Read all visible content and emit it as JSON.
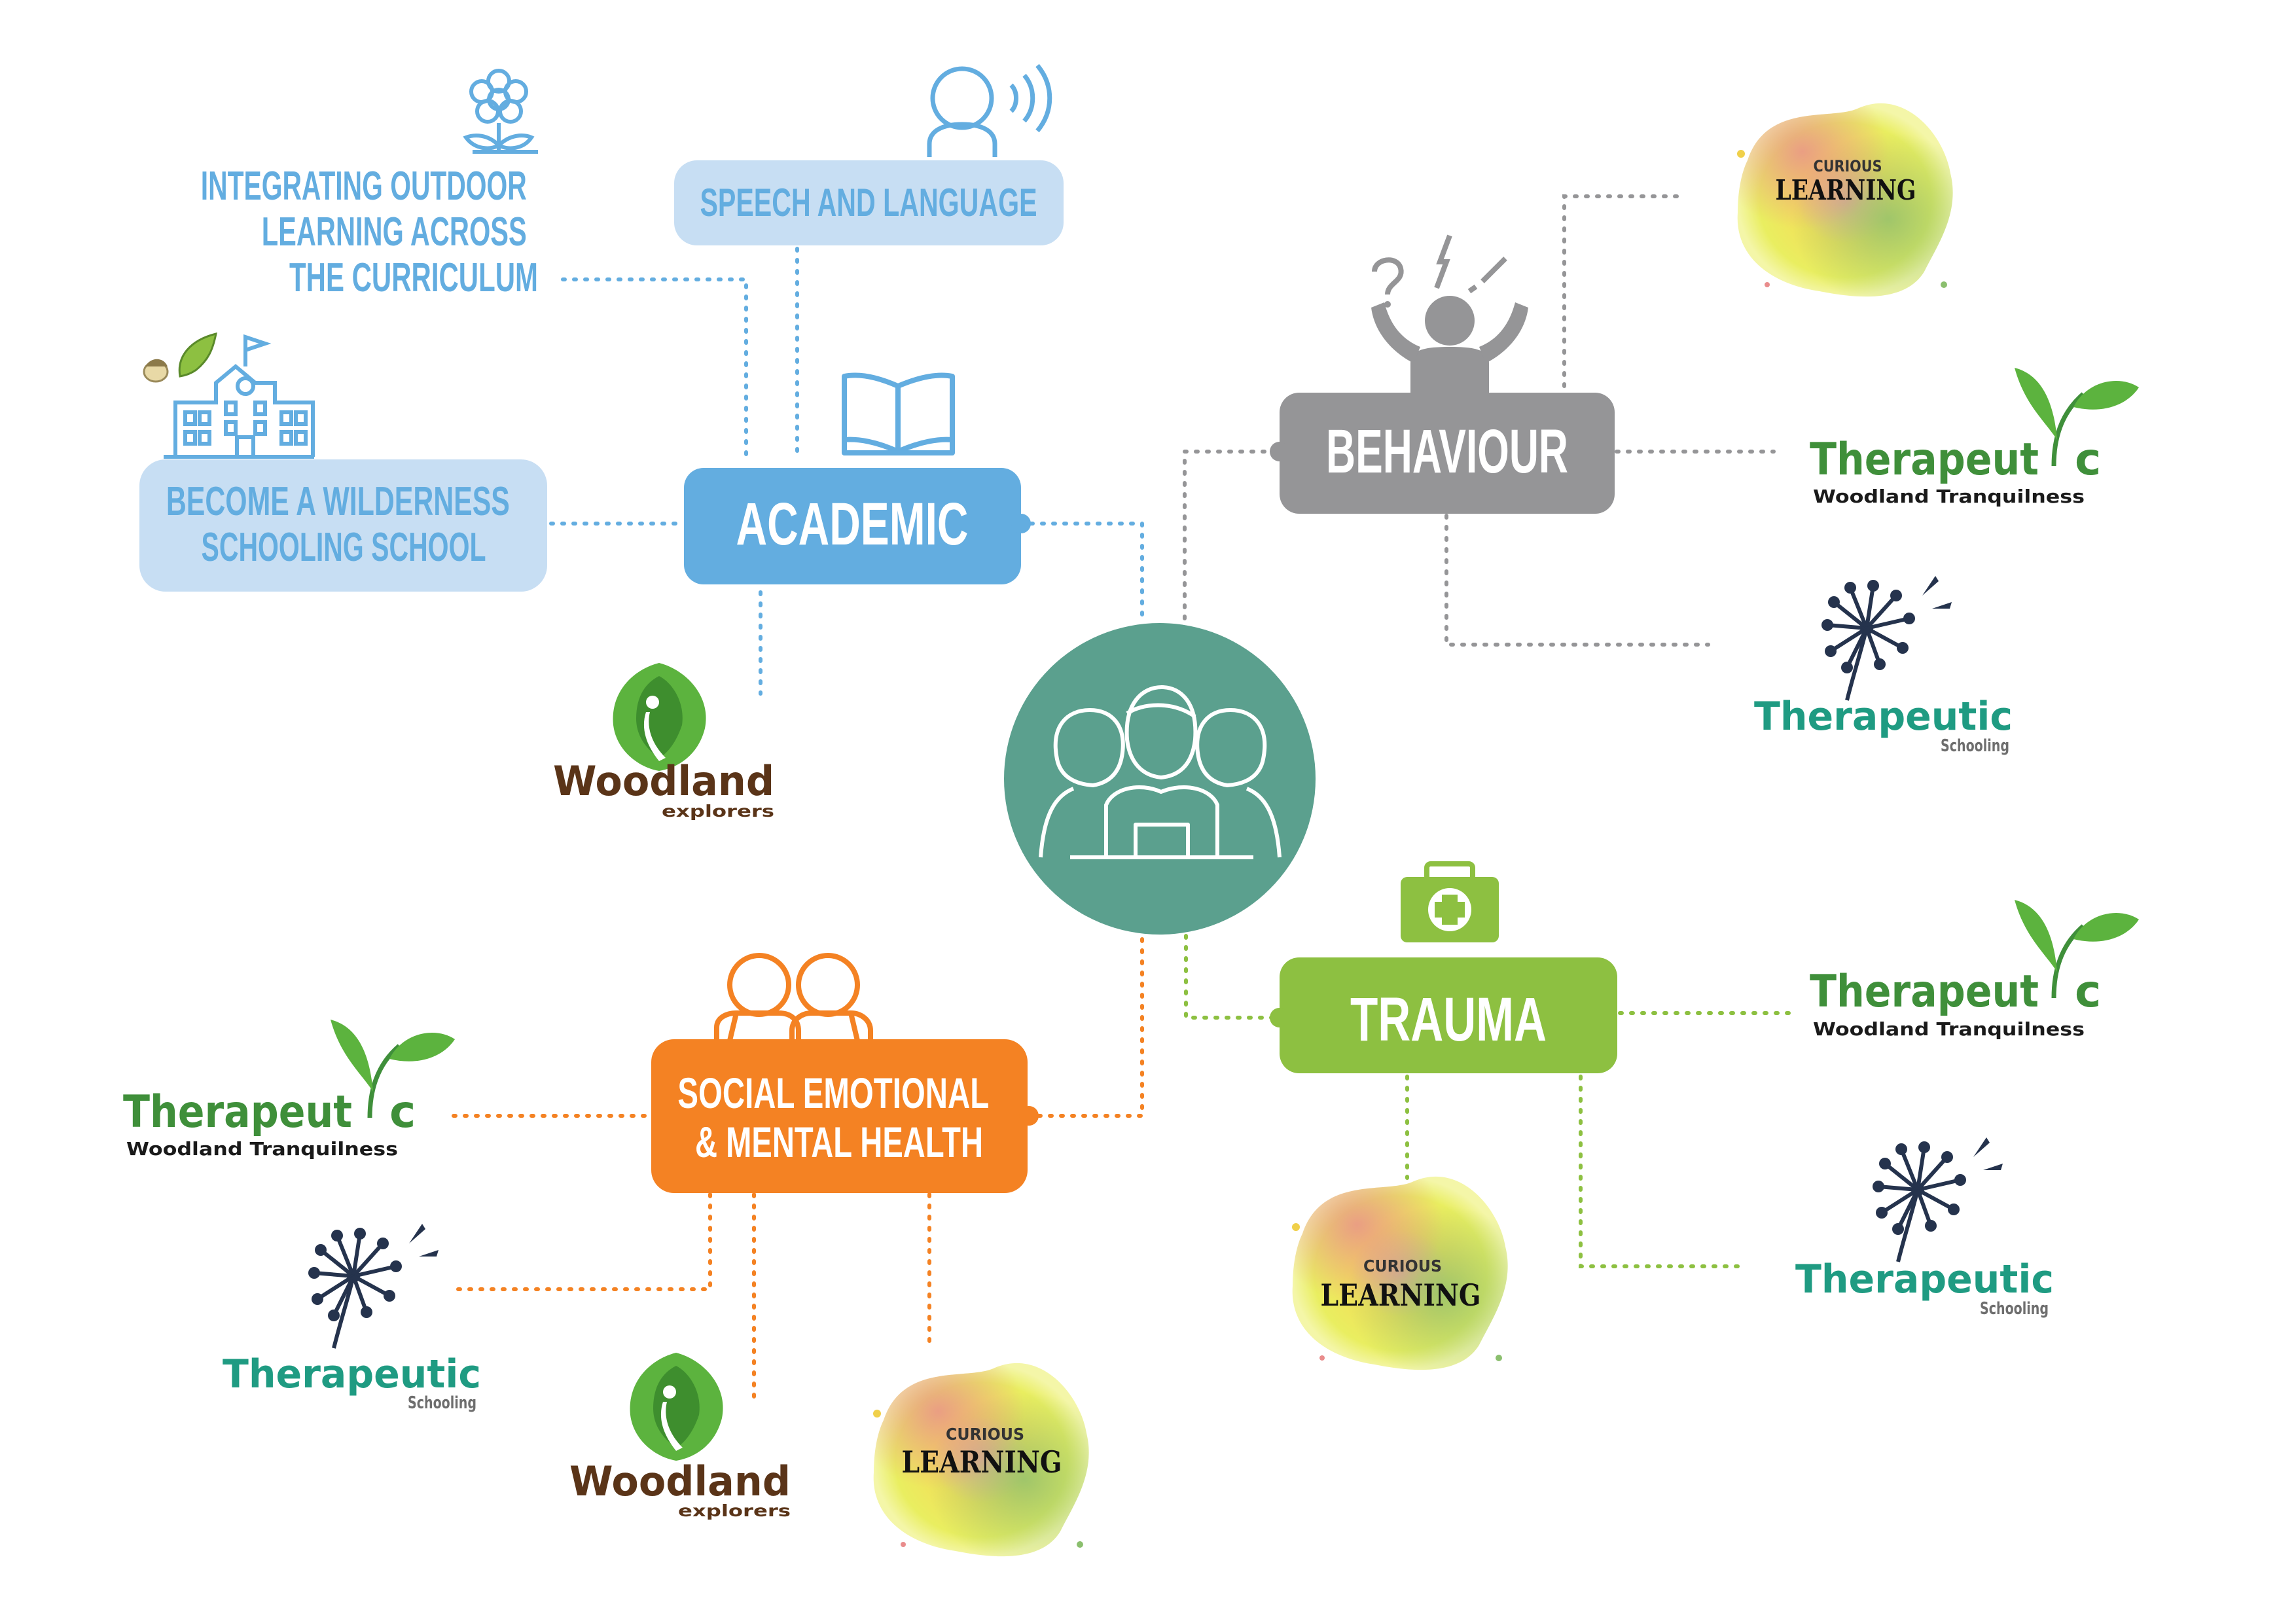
{
  "colors": {
    "academic": "#63ADE0",
    "academic_light": "#C7DEF3",
    "behaviour": "#959597",
    "trauma": "#8DC041",
    "social": "#F48223",
    "hub": "#5BA08E",
    "therapeutic_green": "#3F8F3A",
    "schooling_teal": "#1F9B82",
    "woodland_brown": "#5A3418",
    "dandelion_navy": "#25334D"
  },
  "center": {
    "icon": "group-of-people-icon"
  },
  "academic": {
    "label": "ACADEMIC",
    "icon": "open-book-icon",
    "outdoor": {
      "lines": [
        "INTEGRATING OUTDOOR",
        "LEARNING ACROSS",
        "THE CURRICULUM"
      ],
      "icon": "flower-icon"
    },
    "speech": {
      "label": "SPEECH AND LANGUAGE",
      "icon": "speaking-person-icon"
    },
    "wilderness": {
      "lines": [
        "BECOME A WILDERNESS",
        "SCHOOLING SCHOOL"
      ],
      "icon": "school-building-icon"
    }
  },
  "behaviour": {
    "label": "BEHAVIOUR",
    "icon": "frustrated-person-icon"
  },
  "trauma": {
    "label": "TRAUMA",
    "icon": "first-aid-kit-icon"
  },
  "social": {
    "lines": [
      "SOCIAL EMOTIONAL",
      "& MENTAL HEALTH"
    ],
    "icon": "two-people-icon"
  },
  "logos": {
    "curious": {
      "small": "CURIOUS",
      "big": "LEARNING"
    },
    "tw": {
      "main": "Therapeut",
      "tail": "c",
      "sub": "Woodland Tranquilness"
    },
    "ts": {
      "main": "Therapeutic",
      "sub": "Schooling"
    },
    "we": {
      "main": "Woodland",
      "sub": "explorers"
    }
  }
}
